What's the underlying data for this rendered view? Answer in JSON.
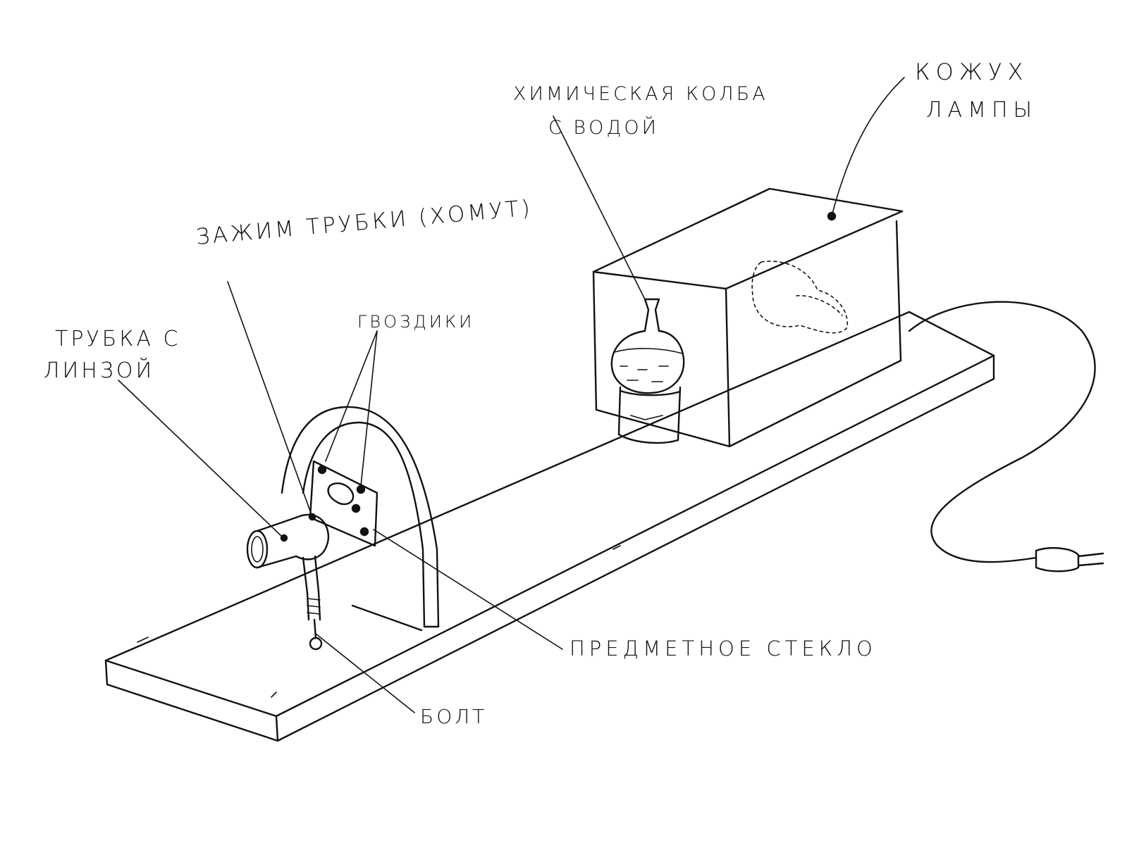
{
  "labels": {
    "flask_line1": "ХИМИЧЕСКАЯ КОЛБА",
    "flask_line2": "С ВОДОЙ",
    "lamp_line1": "КОЖУХ",
    "lamp_line2": "ЛАМПЫ",
    "clamp": "ЗАЖИМ ТРУБКИ (ХОМУТ)",
    "tube_line1": "ТРУБКА С",
    "tube_line2": "ЛИНЗОЙ",
    "nails": "ГВОЗДИКИ",
    "slide": "ПРЕДМЕТНОЕ СТЕКЛО",
    "bolt": "БОЛТ"
  }
}
